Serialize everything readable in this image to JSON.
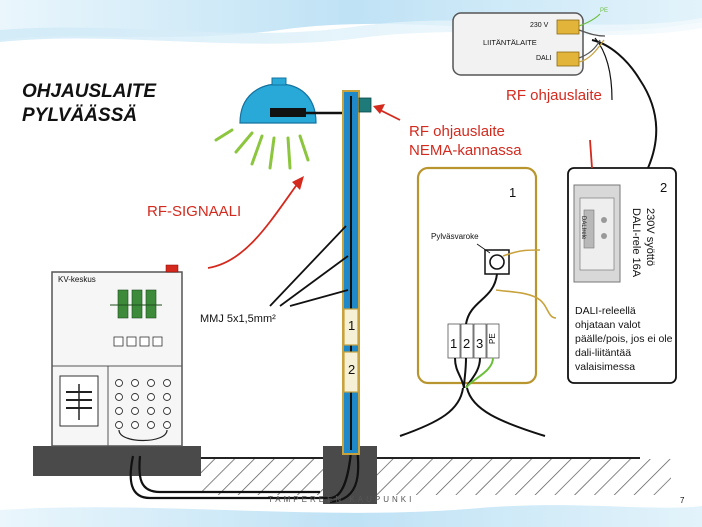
{
  "slide": {
    "title_line1": "OHJAUSLAITE",
    "title_line2": "PYLVÄÄSSÄ",
    "footer": "TAMPEREEN KAUPUNKI",
    "page_number": "7"
  },
  "labels": {
    "rf_signal": "RF-SIGNAALI",
    "rf_nema_line1": "RF ohjauslaite",
    "rf_nema_line2": "NEMA-kannassa",
    "rf_device": "RF ohjauslaite",
    "cable": "MMJ 5x1,5mm²",
    "kv_keskus": "KV-keskus",
    "pole_fuse": "Pylväsvaroke",
    "ballast": "LIITÄNTÄLAITE",
    "ballast_230v": "230 V",
    "ballast_dali": "DALI",
    "ballast_pe": "PE",
    "box1_number": "1",
    "box2_number": "2",
    "pole_slot1": "1",
    "pole_slot2": "2",
    "terminal1": "1",
    "terminal2": "2",
    "terminal3": "3",
    "terminal_pe": "PE",
    "relay_line1": "230V syöttö",
    "relay_line2": "DALI-rele 16A",
    "relay_brand": "DALIrele",
    "dali_note": "DALI-releellä ohjataan valot päälle/pois, jos ei ole dali-liitäntää valaisimessa"
  },
  "colors": {
    "pole": "#1e88c8",
    "pole_edge": "#c8a23c",
    "lamp": "#29a9d8",
    "light_rays": "#8cc63e",
    "ground": "#4a4a4a",
    "box_border": "#b8952e",
    "red_text": "#d42a1e",
    "header_band": "#cfe9f7"
  }
}
